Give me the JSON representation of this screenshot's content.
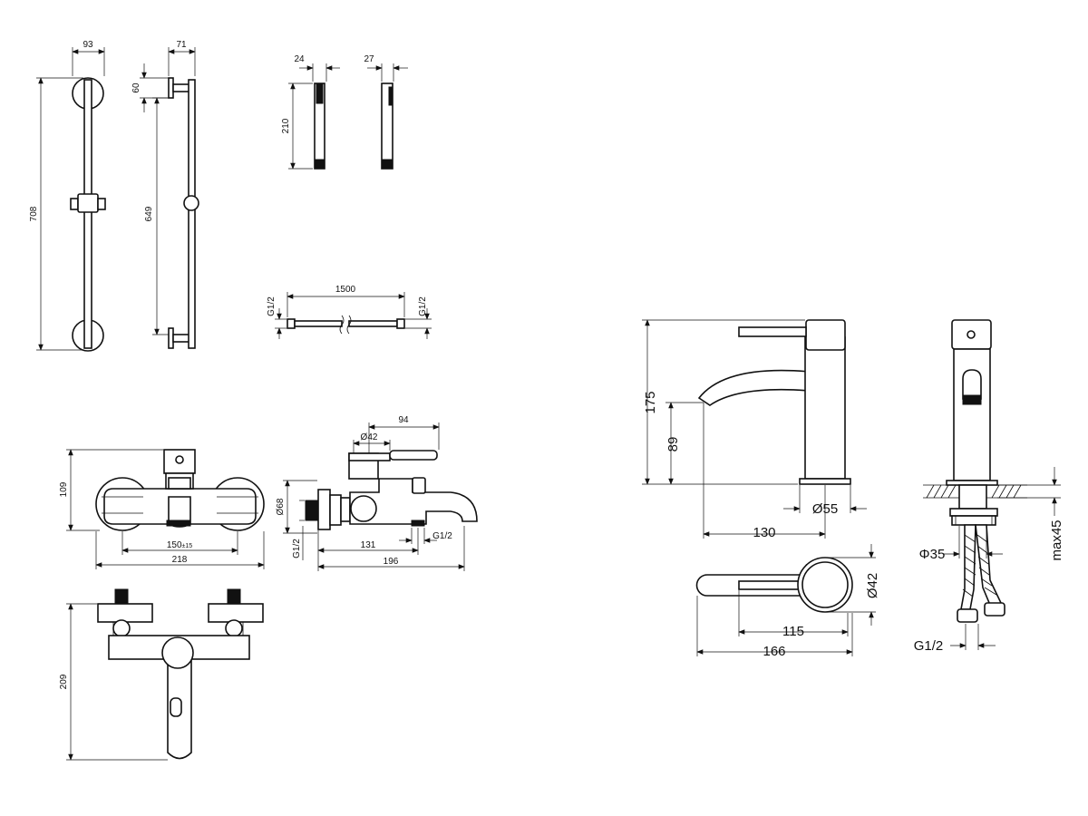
{
  "rail": {
    "width": "93",
    "height": "708",
    "depth": "71",
    "offset": "60",
    "spacing": "649"
  },
  "hand_shower": {
    "width_front": "24",
    "width_side": "27",
    "length": "210"
  },
  "hose": {
    "length": "1500",
    "thread_left": "G1/2",
    "thread_right": "G1/2"
  },
  "bath_mixer": {
    "height": "109",
    "spacing": "150",
    "spacing_tol": "±15",
    "width": "218",
    "eccentric_dia": "Ø68",
    "thread_left": "G1/2",
    "spout_offset": "131",
    "thread_spout": "G1/2",
    "depth": "196",
    "handle_reach": "94",
    "body_dia": "Ø42",
    "top_height": "209"
  },
  "basin_mixer": {
    "height": "175",
    "spout_height": "89",
    "base_dia": "Ø55",
    "spout_reach": "130",
    "max_deck": "max45",
    "shank_dia": "Φ35",
    "thread": "G1/2",
    "top_dia": "Ø42",
    "handle_len": "115",
    "total_len": "166"
  }
}
